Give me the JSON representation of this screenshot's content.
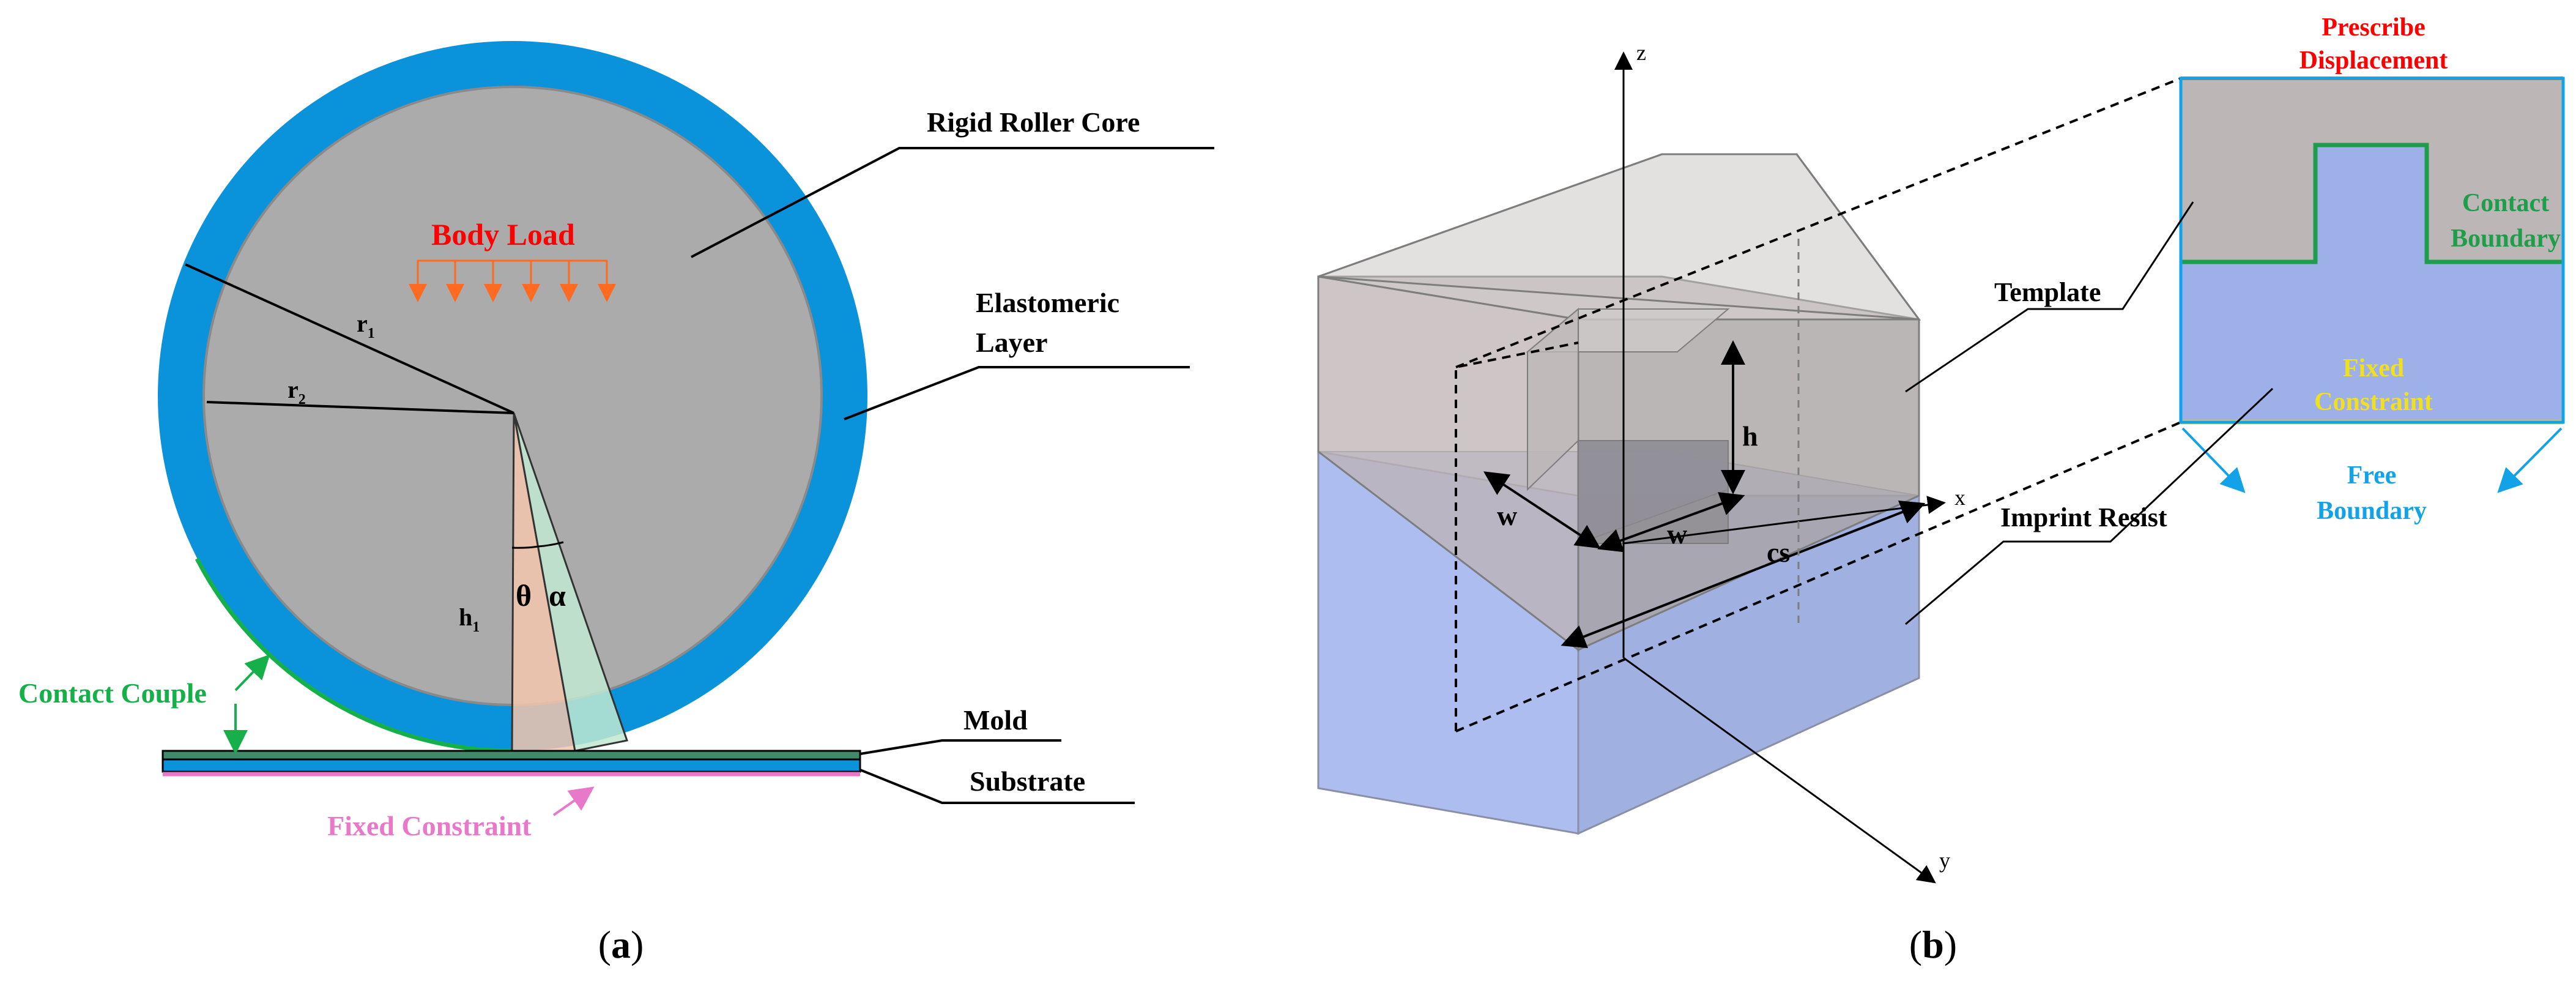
{
  "panel_a": {
    "caption": "(a)",
    "labels": {
      "rigid_roller_core": "Rigid Roller Core",
      "elastomeric_line1": "Elastomeric",
      "elastomeric_line2": "Layer",
      "body_load": "Body Load",
      "r1": "r",
      "r1_sub": "1",
      "r2": "r",
      "r2_sub": "2",
      "h1": "h",
      "h1_sub": "1",
      "theta": "θ",
      "alpha": "α",
      "contact_couple": "Contact Couple",
      "mold": "Mold",
      "substrate": "Substrate",
      "fixed_constraint": "Fixed Constraint"
    },
    "colors": {
      "elastomer": "#0a93db",
      "core": "#ababab",
      "body_load": "#ff0000",
      "load_arrows": "#ff6a21",
      "contact": "#16b04a",
      "fixed": "#e879c9"
    }
  },
  "panel_b": {
    "caption": "(b)",
    "labels": {
      "z": "z",
      "x": "x",
      "y": "y",
      "h": "h",
      "w1": "w",
      "w2": "w",
      "cs": "cs",
      "template": "Template",
      "imprint_resist": "Imprint Resist",
      "prescribe_line1": "Prescribe",
      "prescribe_line2": "Displacement",
      "contact_line1": "Contact",
      "contact_line2": "Boundary",
      "fixed_line1": "Fixed",
      "fixed_line2": "Constraint",
      "free_line1": "Free",
      "free_line2": "Boundary"
    },
    "colors": {
      "template": "#bdb6b6",
      "resist": "#9db0e8",
      "prescribe": "#ff0000",
      "contact": "#1e9e4a",
      "fixed": "#f0e020",
      "free": "#12a2e8"
    }
  }
}
